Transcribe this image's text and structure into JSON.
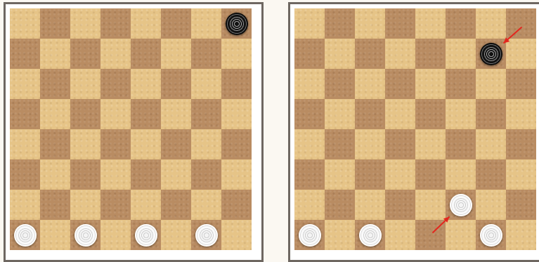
{
  "boards": [
    {
      "id": "left",
      "pieces": [
        {
          "color": "black",
          "row": 0,
          "col": 7
        },
        {
          "color": "white",
          "row": 7,
          "col": 0
        },
        {
          "color": "white",
          "row": 7,
          "col": 2
        },
        {
          "color": "white",
          "row": 7,
          "col": 4
        },
        {
          "color": "white",
          "row": 7,
          "col": 6
        }
      ],
      "arrows": []
    },
    {
      "id": "right",
      "pieces": [
        {
          "color": "black",
          "row": 1,
          "col": 6
        },
        {
          "color": "white",
          "row": 6,
          "col": 5
        },
        {
          "color": "white",
          "row": 7,
          "col": 0
        },
        {
          "color": "white",
          "row": 7,
          "col": 2
        },
        {
          "color": "white",
          "row": 7,
          "col": 6
        }
      ],
      "arrows": [
        {
          "target_row": 1,
          "target_col": 6,
          "direction": "from-top-right"
        },
        {
          "target_row": 6,
          "target_col": 5,
          "direction": "from-bottom-left"
        }
      ]
    }
  ],
  "colors": {
    "light_square": "#e6c487",
    "dark_square": "#b98c62",
    "board_border": "#6e6761",
    "arrow": "#e3261e"
  },
  "icons": {
    "white": "white-checker-icon",
    "black": "black-checker-icon",
    "arrow": "red-arrow-icon"
  }
}
